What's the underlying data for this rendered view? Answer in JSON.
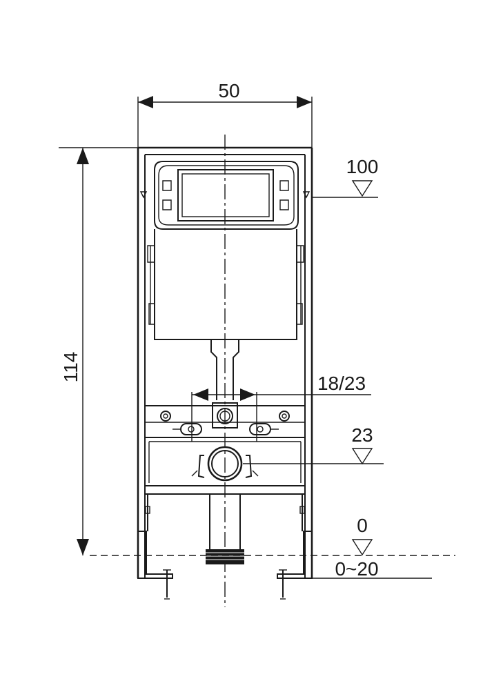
{
  "dimensions": {
    "width": "50",
    "height": "114",
    "flush_plate_level": "100",
    "supply_offset": "18/23",
    "outlet_level": "23",
    "floor_level": "0",
    "foot_adjust": "0~20"
  }
}
